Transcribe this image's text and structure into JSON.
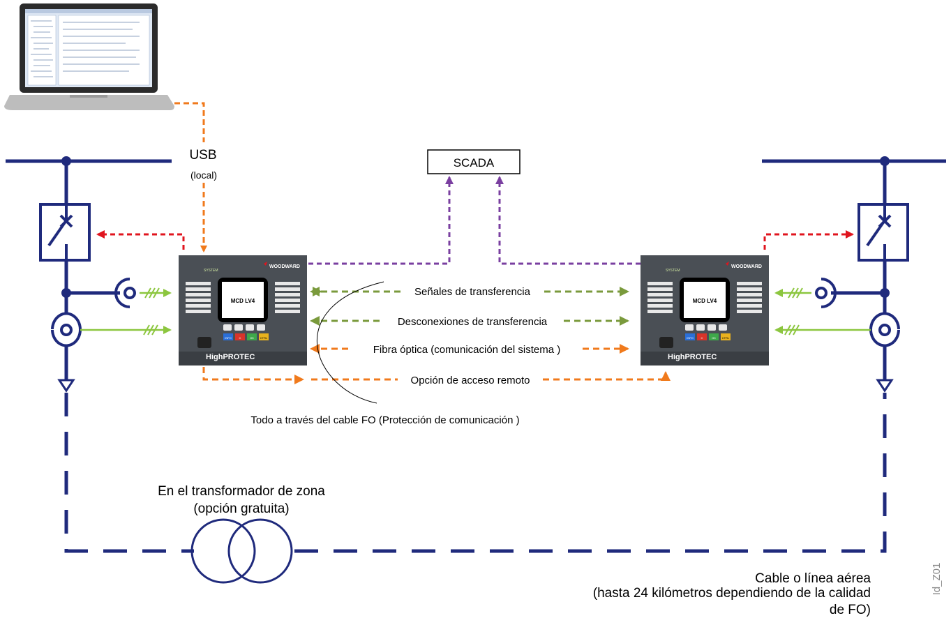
{
  "colors": {
    "bus": "#1f2a7c",
    "usb": "#f07a1c",
    "trip": "#e0141e",
    "scada": "#7a3fa0",
    "signal": "#7a9a3c",
    "ct": "#8cc63f",
    "relay_body": "#4a4f55",
    "screen": "#000000"
  },
  "icons": {
    "laptop": "laptop-icon",
    "breaker": "circuit-breaker-icon",
    "ct": "current-transformer-icon",
    "transformer": "transformer-icon",
    "relay": "protection-relay-icon"
  },
  "labels": {
    "usb": "USB",
    "usb_local": "(local)",
    "scada": "SCADA",
    "transfer_signals": "Señales de transferencia",
    "transfer_trips": "Desconexiones de transferencia",
    "fiber": "Fibra óptica  (comunicación del sistema )",
    "remote_access": "Opción de acceso remoto",
    "all_via_fo": "Todo a través del cable FO   (Protección de comunicación   )",
    "zone_transformer_1": "En el transformador de zona",
    "zone_transformer_2": "(opción gratuita)",
    "cable_1": "Cable o línea aérea",
    "cable_2": "(hasta 24 kilómetros dependiendo de la calidad",
    "cable_3": "de FO)",
    "figure_id": "Id_Z01"
  },
  "relay_left": {
    "brand": "WOODWARD",
    "system": "SYSTEM",
    "model": "MCD LV4",
    "product": "HighPROTEC",
    "keys": [
      "INFO",
      "C",
      "OK",
      "CTRL"
    ]
  },
  "relay_right": {
    "brand": "WOODWARD",
    "system": "SYSTEM",
    "model": "MCD LV4",
    "product": "HighPROTEC",
    "keys": [
      "INFO",
      "C",
      "OK",
      "CTRL"
    ]
  }
}
